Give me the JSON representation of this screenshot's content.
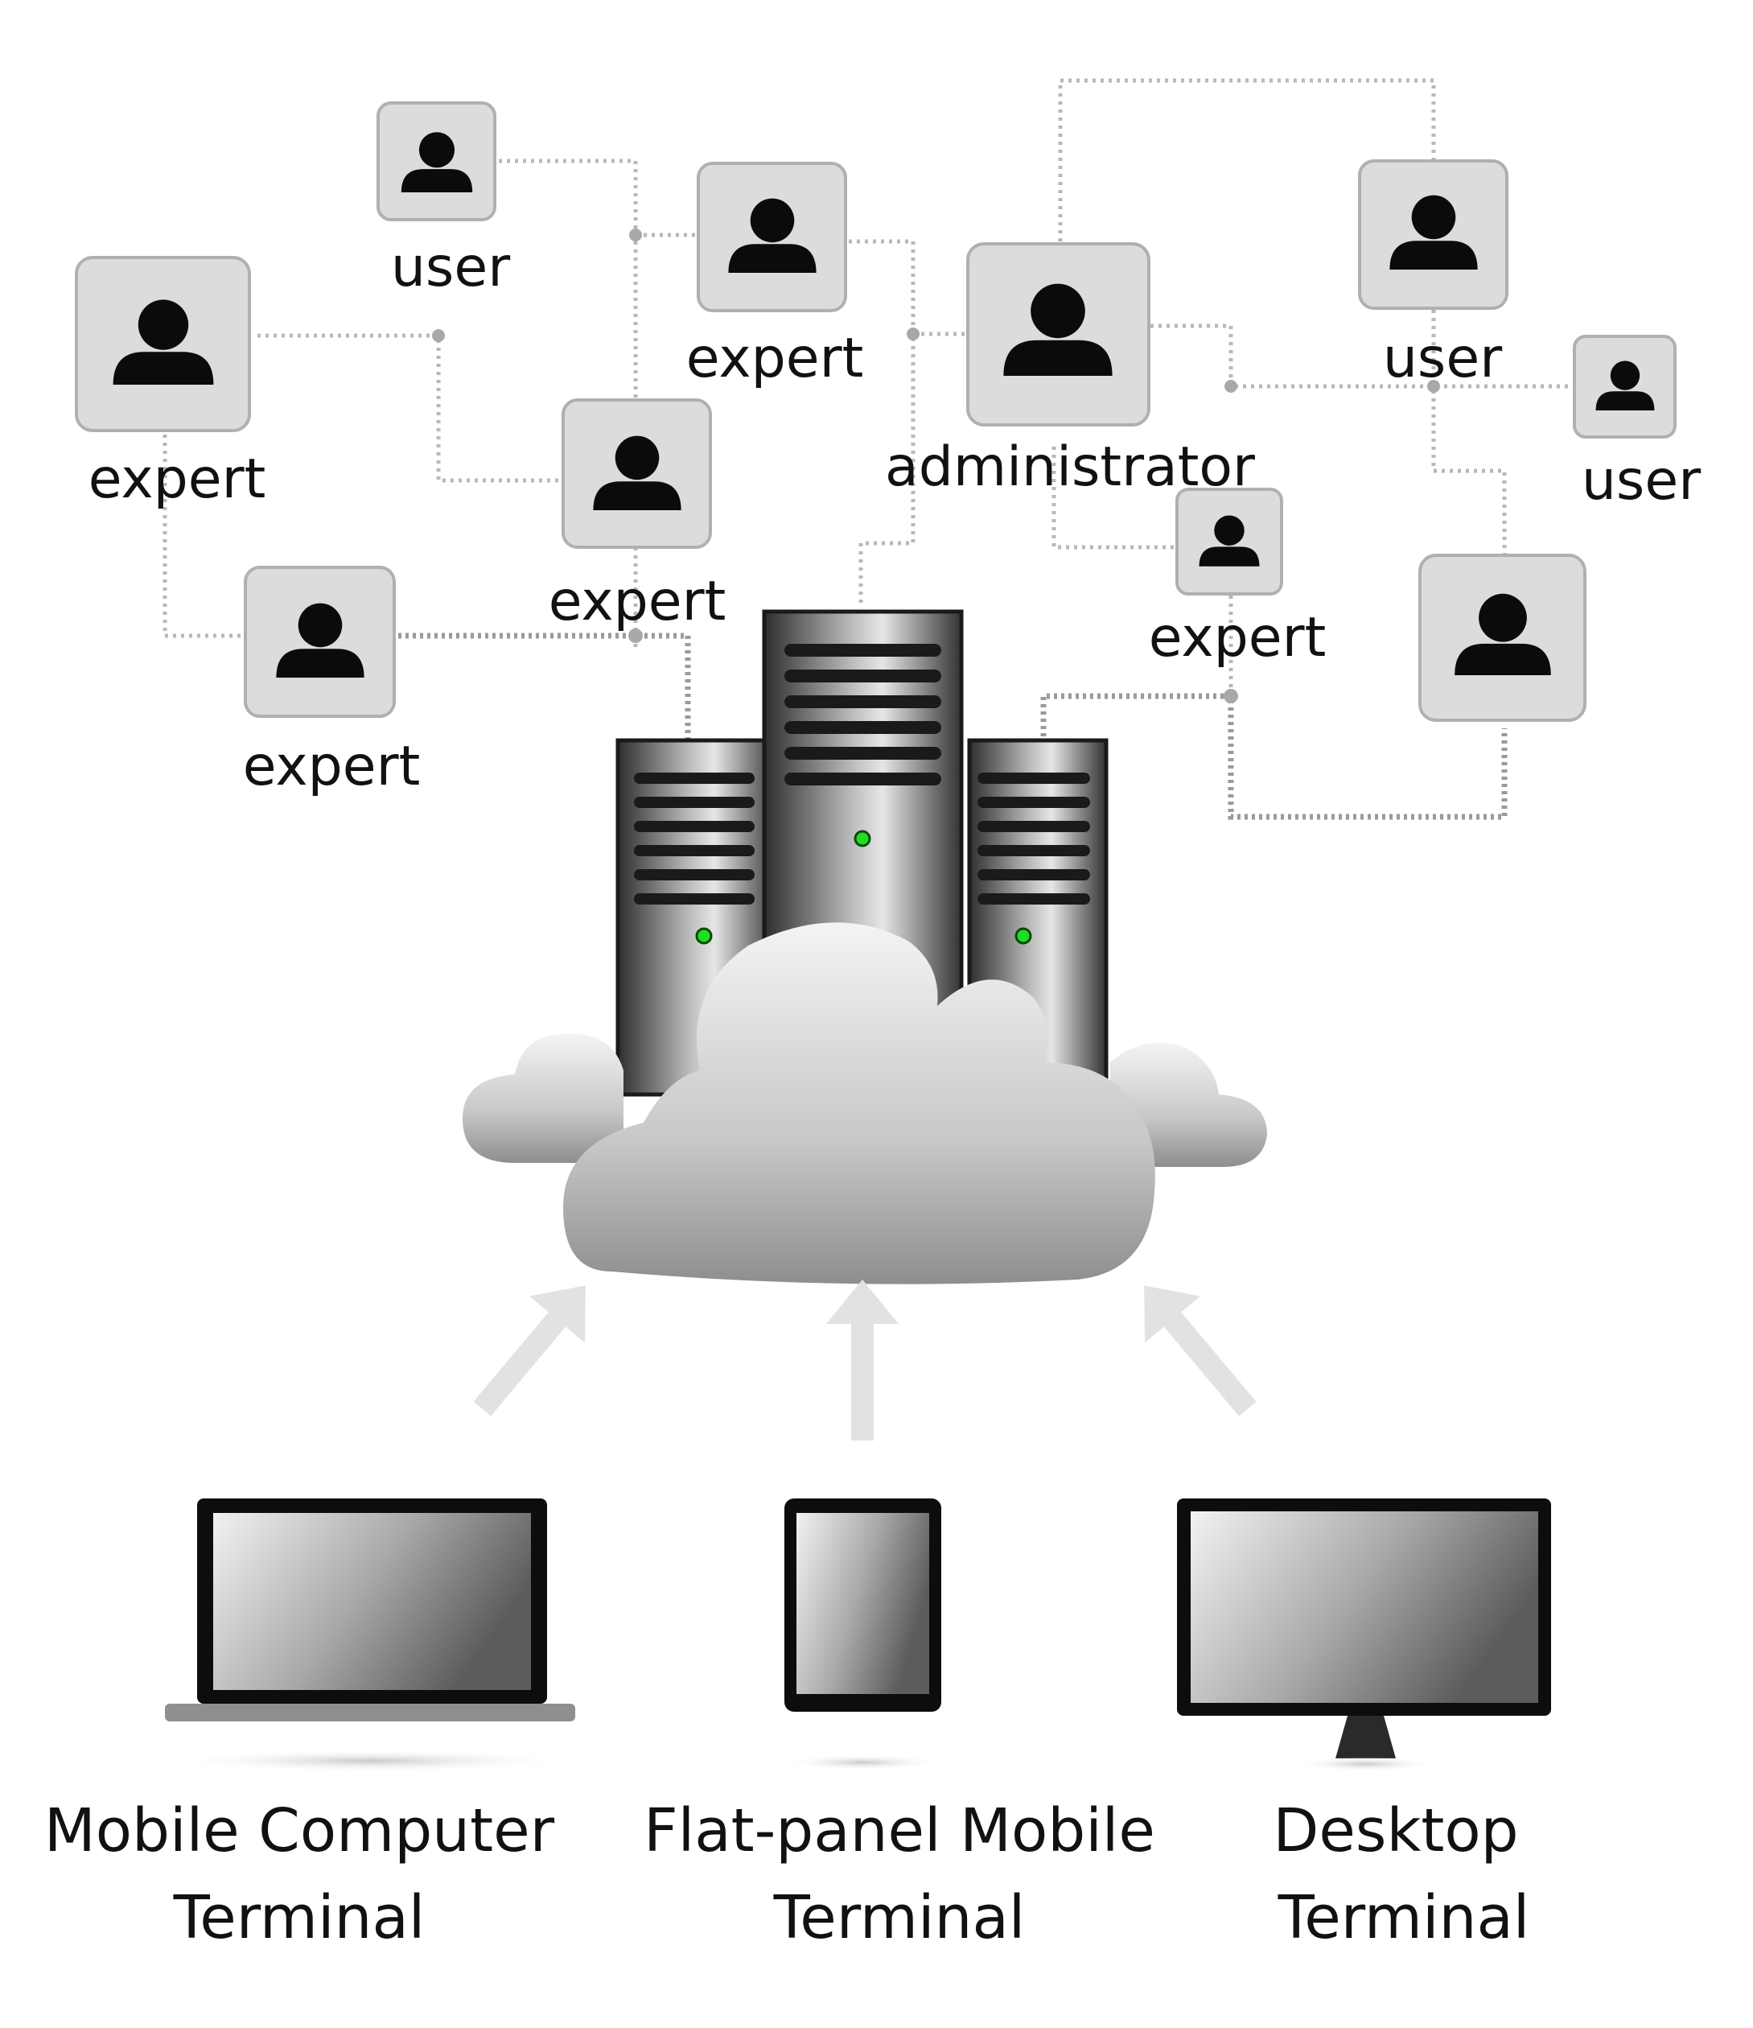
{
  "nodes": [
    {
      "id": "expert-left",
      "label": "expert",
      "icon": "person-icon"
    },
    {
      "id": "user-top",
      "label": "user",
      "icon": "person-icon"
    },
    {
      "id": "expert-top-center",
      "label": "expert",
      "icon": "person-icon"
    },
    {
      "id": "expert-center",
      "label": "expert",
      "icon": "person-icon"
    },
    {
      "id": "expert-lower-left",
      "label": "expert",
      "icon": "person-icon"
    },
    {
      "id": "administrator",
      "label": "administrator",
      "icon": "person-icon"
    },
    {
      "id": "expert-right",
      "label": "expert",
      "icon": "person-icon"
    },
    {
      "id": "user-right-top",
      "label": "user",
      "icon": "person-icon"
    },
    {
      "id": "user-far-right",
      "label": "user",
      "icon": "person-icon"
    },
    {
      "id": "unlabeled-right",
      "label": "",
      "icon": "person-icon"
    }
  ],
  "server": {
    "icon": "server-rack-icon",
    "led_color": "#22dd22"
  },
  "cloud": {
    "icon": "cloud-icon"
  },
  "terminals": [
    {
      "label_line1": "Mobile Computer",
      "label_line2": "Terminal",
      "icon": "laptop-icon"
    },
    {
      "label_line1": "Flat-panel Mobile",
      "label_line2": "Terminal",
      "icon": "tablet-icon"
    },
    {
      "label_line1": "Desktop",
      "label_line2": "Terminal",
      "icon": "desktop-monitor-icon"
    }
  ]
}
